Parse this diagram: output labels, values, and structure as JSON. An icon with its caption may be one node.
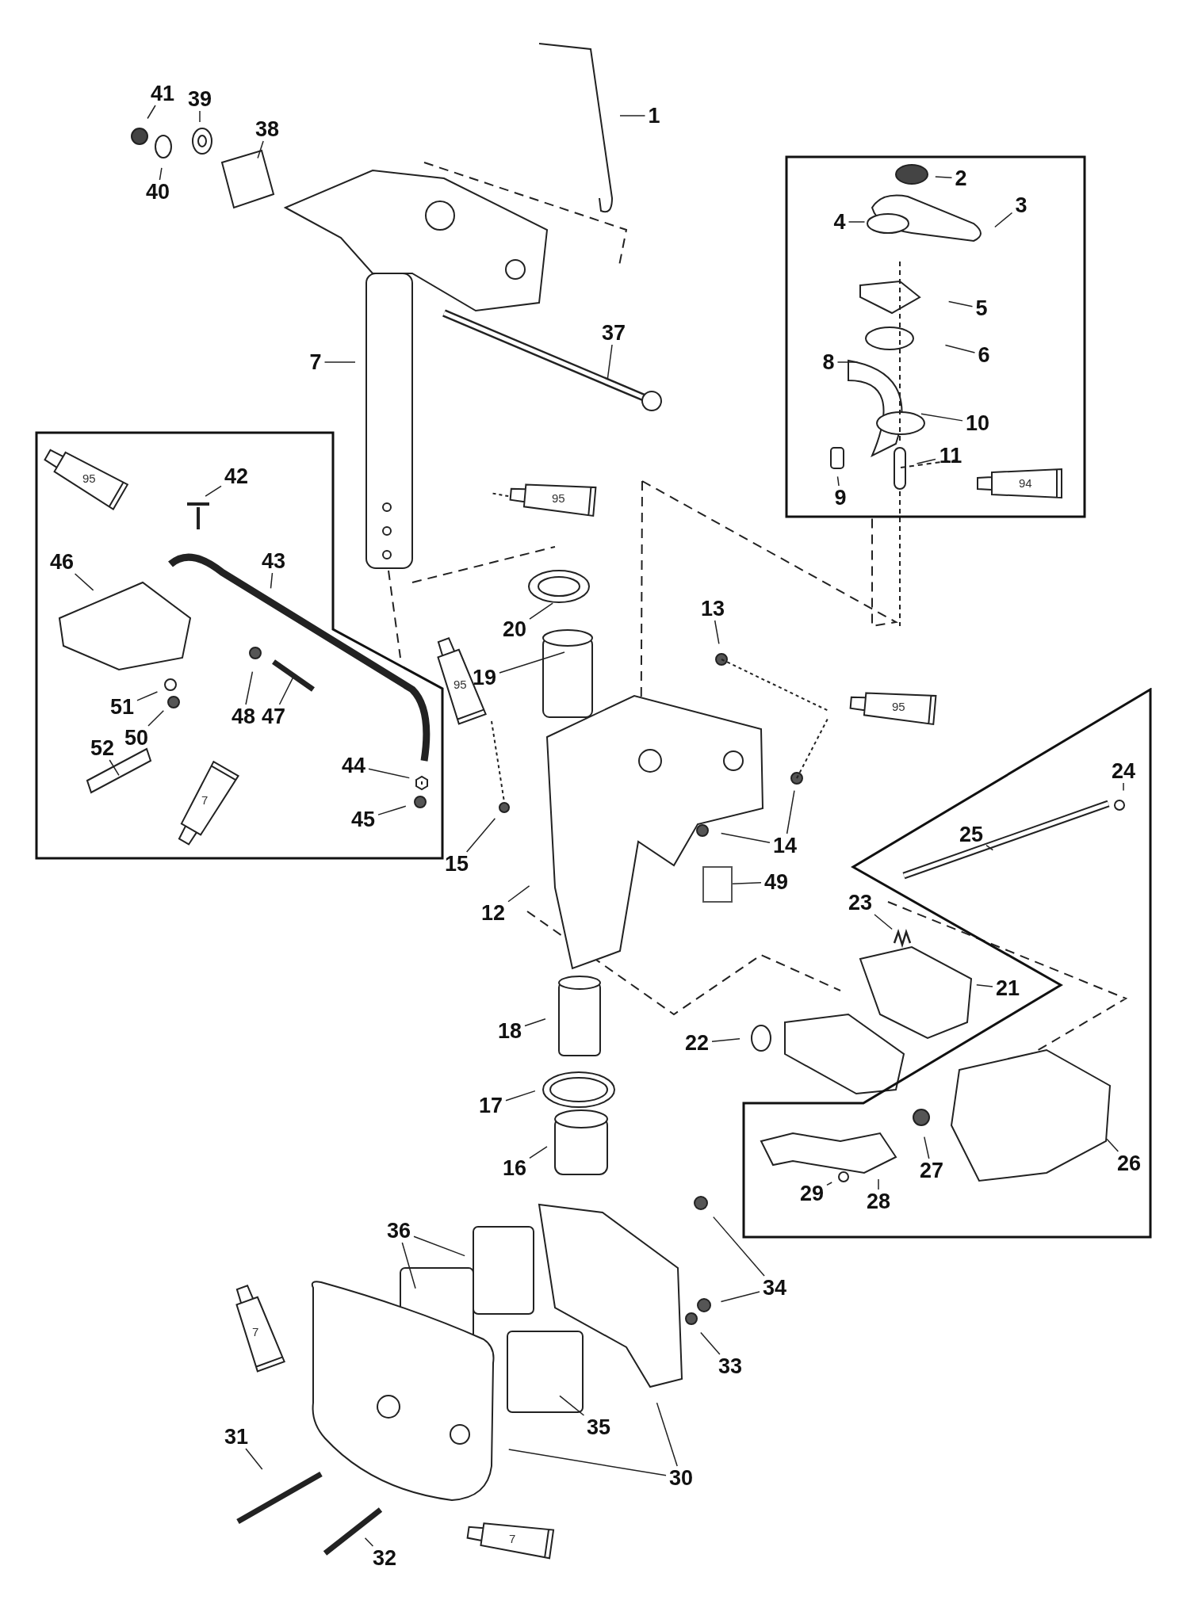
{
  "diagram": {
    "nodes": [
      {
        "text": [],
        "shape": "box"
      },
      {
        "text": [],
        "shape": "box"
      },
      {
        "text": [],
        "shape": "box"
      },
      {
        "text": [
          "1"
        ]
      },
      {
        "text": [
          "2"
        ],
        "in": 0
      },
      {
        "text": [
          "3"
        ],
        "in": 0
      },
      {
        "text": [
          "4"
        ],
        "in": 0
      },
      {
        "text": [
          "5"
        ],
        "in": 0
      },
      {
        "text": [
          "6"
        ],
        "in": 0
      },
      {
        "text": [
          "7"
        ]
      },
      {
        "text": [
          "8"
        ],
        "in": 0
      },
      {
        "text": [
          "9"
        ],
        "in": 0
      },
      {
        "text": [
          "10"
        ],
        "in": 0
      },
      {
        "text": [
          "11"
        ],
        "in": 0
      },
      {
        "text": [
          "12"
        ]
      },
      {
        "text": [
          "13"
        ]
      },
      {
        "text": [
          "14"
        ]
      },
      {
        "text": [
          "15"
        ]
      },
      {
        "text": [
          "16"
        ]
      },
      {
        "text": [
          "17"
        ]
      },
      {
        "text": [
          "18"
        ]
      },
      {
        "text": [
          "19"
        ]
      },
      {
        "text": [
          "20"
        ]
      },
      {
        "text": [
          "21"
        ]
      },
      {
        "text": [
          "22"
        ]
      },
      {
        "text": [
          "23"
        ]
      },
      {
        "text": [
          "24"
        ],
        "in": 2
      },
      {
        "text": [
          "25"
        ],
        "in": 2
      },
      {
        "text": [
          "26"
        ],
        "in": 2
      },
      {
        "text": [
          "27"
        ],
        "in": 2
      },
      {
        "text": [
          "28"
        ],
        "in": 2
      },
      {
        "text": [
          "29"
        ],
        "in": 2
      },
      {
        "text": [
          "30"
        ]
      },
      {
        "text": [
          "31"
        ]
      },
      {
        "text": [
          "32"
        ]
      },
      {
        "text": [
          "33"
        ]
      },
      {
        "text": [
          "34"
        ]
      },
      {
        "text": [
          "35"
        ]
      },
      {
        "text": [
          "36"
        ]
      },
      {
        "text": [
          "37"
        ]
      },
      {
        "text": [
          "38"
        ]
      },
      {
        "text": [
          "39"
        ]
      },
      {
        "text": [
          "40"
        ]
      },
      {
        "text": [
          "41"
        ]
      },
      {
        "text": [
          "42"
        ],
        "in": 1
      },
      {
        "text": [
          "43"
        ],
        "in": 1
      },
      {
        "text": [
          "44"
        ],
        "in": 1
      },
      {
        "text": [
          "45"
        ],
        "in": 1
      },
      {
        "text": [
          "46"
        ],
        "in": 1
      },
      {
        "text": [
          "47"
        ],
        "in": 1
      },
      {
        "text": [
          "48"
        ],
        "in": 1
      },
      {
        "text": [
          "49"
        ]
      },
      {
        "text": [
          "50"
        ],
        "in": 1
      },
      {
        "text": [
          "51"
        ],
        "in": 1
      },
      {
        "text": [
          "52"
        ],
        "in": 1
      },
      {
        "text": [],
        "shape": "box"
      }
    ],
    "edges": [
      {
        "from": 3,
        "to": null,
        "arrow": "none"
      },
      {
        "from": 4,
        "to": null,
        "arrow": "none"
      },
      {
        "from": 5,
        "to": null,
        "arrow": "none"
      },
      {
        "from": 6,
        "to": null,
        "arrow": "none"
      },
      {
        "from": 7,
        "to": null,
        "arrow": "none"
      },
      {
        "from": 8,
        "to": null,
        "arrow": "none"
      },
      {
        "from": 9,
        "to": null,
        "arrow": "none"
      },
      {
        "from": 10,
        "to": null,
        "arrow": "none"
      },
      {
        "from": 11,
        "to": null,
        "arrow": "none"
      },
      {
        "from": 12,
        "to": null,
        "arrow": "none"
      },
      {
        "from": 13,
        "to": null,
        "arrow": "none"
      },
      {
        "from": 14,
        "to": null,
        "arrow": "none"
      },
      {
        "from": 15,
        "to": null,
        "arrow": "none"
      },
      {
        "from": 16,
        "to": null,
        "arrow": "none"
      },
      {
        "from": 16,
        "to": null,
        "arrow": "none"
      },
      {
        "from": 17,
        "to": null,
        "arrow": "none"
      },
      {
        "from": 18,
        "to": null,
        "arrow": "none"
      },
      {
        "from": 19,
        "to": null,
        "arrow": "none"
      },
      {
        "from": 20,
        "to": null,
        "arrow": "none"
      },
      {
        "from": 21,
        "to": null,
        "arrow": "none"
      },
      {
        "from": 22,
        "to": null,
        "arrow": "none"
      },
      {
        "from": 23,
        "to": null,
        "arrow": "none"
      },
      {
        "from": 24,
        "to": null,
        "arrow": "none"
      },
      {
        "from": 25,
        "to": null,
        "arrow": "none"
      },
      {
        "from": 26,
        "to": null,
        "arrow": "none"
      },
      {
        "from": 27,
        "to": null,
        "arrow": "none"
      },
      {
        "from": 28,
        "to": null,
        "arrow": "none"
      },
      {
        "from": 29,
        "to": null,
        "arrow": "none"
      },
      {
        "from": 30,
        "to": null,
        "arrow": "none"
      },
      {
        "from": 31,
        "to": null,
        "arrow": "none"
      },
      {
        "from": 32,
        "to": null,
        "arrow": "none"
      },
      {
        "from": 32,
        "to": null,
        "arrow": "none"
      },
      {
        "from": 33,
        "to": null,
        "arrow": "none"
      },
      {
        "from": 34,
        "to": null,
        "arrow": "none"
      },
      {
        "from": 35,
        "to": null,
        "arrow": "none"
      },
      {
        "from": 36,
        "to": null,
        "arrow": "none"
      },
      {
        "from": 36,
        "to": null,
        "arrow": "none"
      },
      {
        "from": 37,
        "to": null,
        "arrow": "none"
      },
      {
        "from": 38,
        "to": null,
        "arrow": "none"
      },
      {
        "from": 38,
        "to": null,
        "arrow": "none"
      },
      {
        "from": 39,
        "to": null,
        "arrow": "none"
      },
      {
        "from": 40,
        "to": null,
        "arrow": "none"
      },
      {
        "from": 41,
        "to": null,
        "arrow": "none"
      },
      {
        "from": 42,
        "to": null,
        "arrow": "none"
      },
      {
        "from": 43,
        "to": null,
        "arrow": "none"
      },
      {
        "from": 44,
        "to": null,
        "arrow": "none"
      },
      {
        "from": 45,
        "to": null,
        "arrow": "none"
      },
      {
        "from": 46,
        "to": null,
        "arrow": "none"
      },
      {
        "from": 47,
        "to": null,
        "arrow": "none"
      },
      {
        "from": 48,
        "to": null,
        "arrow": "none"
      },
      {
        "from": 49,
        "to": null,
        "arrow": "none"
      },
      {
        "from": 50,
        "to": null,
        "arrow": "none"
      },
      {
        "from": 51,
        "to": 55,
        "arrow": "none"
      },
      {
        "from": 52,
        "to": null,
        "arrow": "none"
      },
      {
        "from": 53,
        "to": null,
        "arrow": "none"
      },
      {
        "from": 54,
        "to": null,
        "arrow": "none"
      }
    ],
    "labels": [
      "95",
      "94",
      "95",
      "95",
      "95",
      "7",
      "7",
      "7"
    ]
  }
}
